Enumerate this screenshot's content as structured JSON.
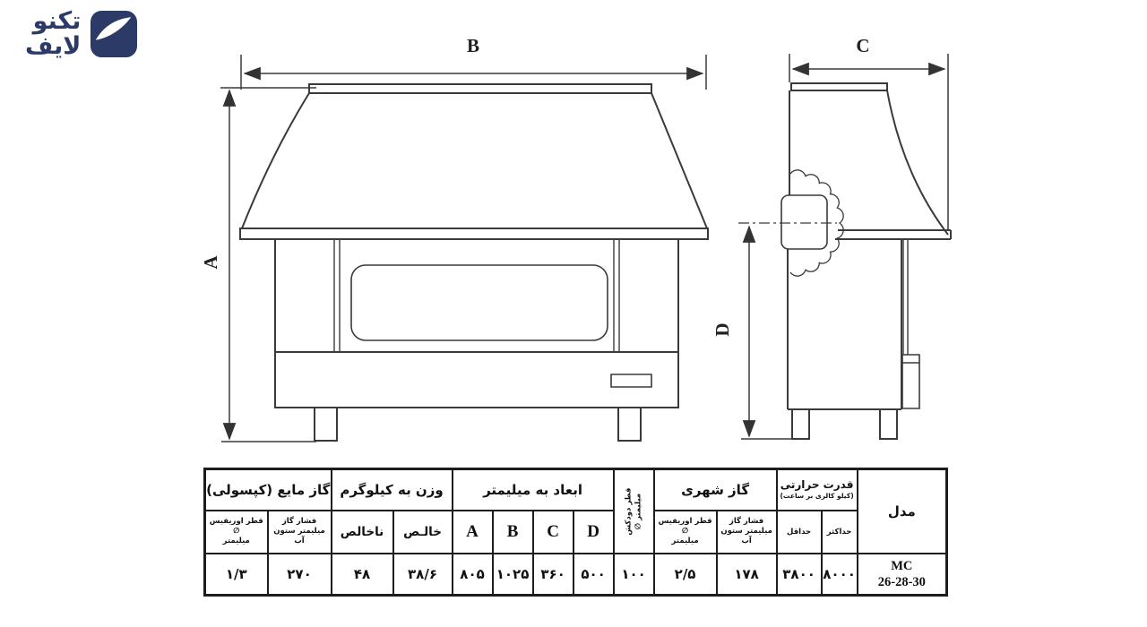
{
  "logo": {
    "line1": "تکنو",
    "line2": "لایف"
  },
  "colors": {
    "brand_navy": "#2b3a66",
    "accent_red": "#e8212b",
    "line_art": "#3a3a3a"
  },
  "diagram": {
    "labels": {
      "a": "A",
      "b": "B",
      "c": "C",
      "d": "D"
    }
  },
  "table": {
    "model": {
      "header": "مدل",
      "value_line1": "MC",
      "value_line2": "26-28-30"
    },
    "thermal": {
      "header": "قدرت حرارتی",
      "subtitle": "(کیلو کالری بر ساعت)",
      "max_label": "حداکثر",
      "min_label": "حداقل",
      "max_value": "۸۰۰۰",
      "min_value": "۳۸۰۰"
    },
    "city_gas": {
      "header": "گاز شهری",
      "pressure_label_1": "فشار گاز",
      "pressure_label_2": "میلیمتر ستون آب",
      "orifice_label_1": "قطر اوریفیس ∅",
      "orifice_label_2": "میلیمتر",
      "pressure_value": "۱۷۸",
      "orifice_value": "۲/۵"
    },
    "chimney": {
      "header_line1": "قطر دودکش",
      "header_line2": "میلیمتر ∅",
      "value": "۱۰۰"
    },
    "dimensions": {
      "header": "ابعاد به میلیمتر",
      "d_label": "D",
      "c_label": "C",
      "b_label": "B",
      "a_label": "A",
      "d_value": "۵۰۰",
      "c_value": "۳۶۰",
      "b_value": "۱۰۲۵",
      "a_value": "۸۰۵"
    },
    "weight": {
      "header": "وزن به کیلوگرم",
      "net_label": "خالـص",
      "gross_label": "ناخالص",
      "net_value": "۳۸/۶",
      "gross_value": "۴۸"
    },
    "lpg": {
      "header": "گاز مایع (کپسولی)",
      "pressure_label_1": "فشار گاز",
      "pressure_label_2": "میلیمتر ستون آب",
      "orifice_label_1": "قطر اوریفیس ∅",
      "orifice_label_2": "میلیمتر",
      "pressure_value": "۲۷۰",
      "orifice_value": "۱/۳"
    }
  }
}
